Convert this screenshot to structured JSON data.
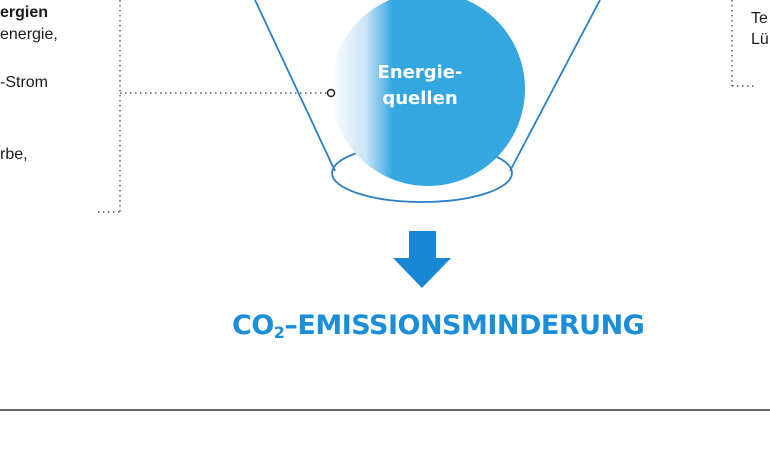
{
  "left_text": {
    "line1": "ergien",
    "line2": "energie,",
    "line3": "-Strom",
    "line4": "rbe,"
  },
  "right_text": {
    "line1": "Te",
    "line2": "Lü"
  },
  "circle": {
    "label_line1": "Energie-",
    "label_line2": "quellen"
  },
  "headline": {
    "prefix": "CO",
    "subscript": "2",
    "suffix": "–EMISSIONSMINDERUNG"
  },
  "colors": {
    "primary_blue": "#34a6e0",
    "headline_blue": "#1a8ed8",
    "arrow_blue": "#1787d3",
    "funnel_stroke": "#2c7fc5",
    "dotted_line": "#333333"
  },
  "icons": {
    "arrow": "arrow-down-icon"
  }
}
